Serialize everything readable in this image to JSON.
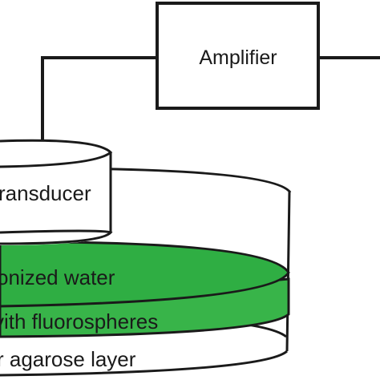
{
  "diagram": {
    "amplifier_label": "Amplifier",
    "transducer_label": "ransducer",
    "water_label": "onized water",
    "fluoro_label": "vith fluorospheres",
    "agarose_label": "r agarose layer",
    "colors": {
      "green_layer": "#38b449",
      "green_top": "#2fae43",
      "stroke": "#1a1a1a",
      "background": "#ffffff"
    }
  }
}
